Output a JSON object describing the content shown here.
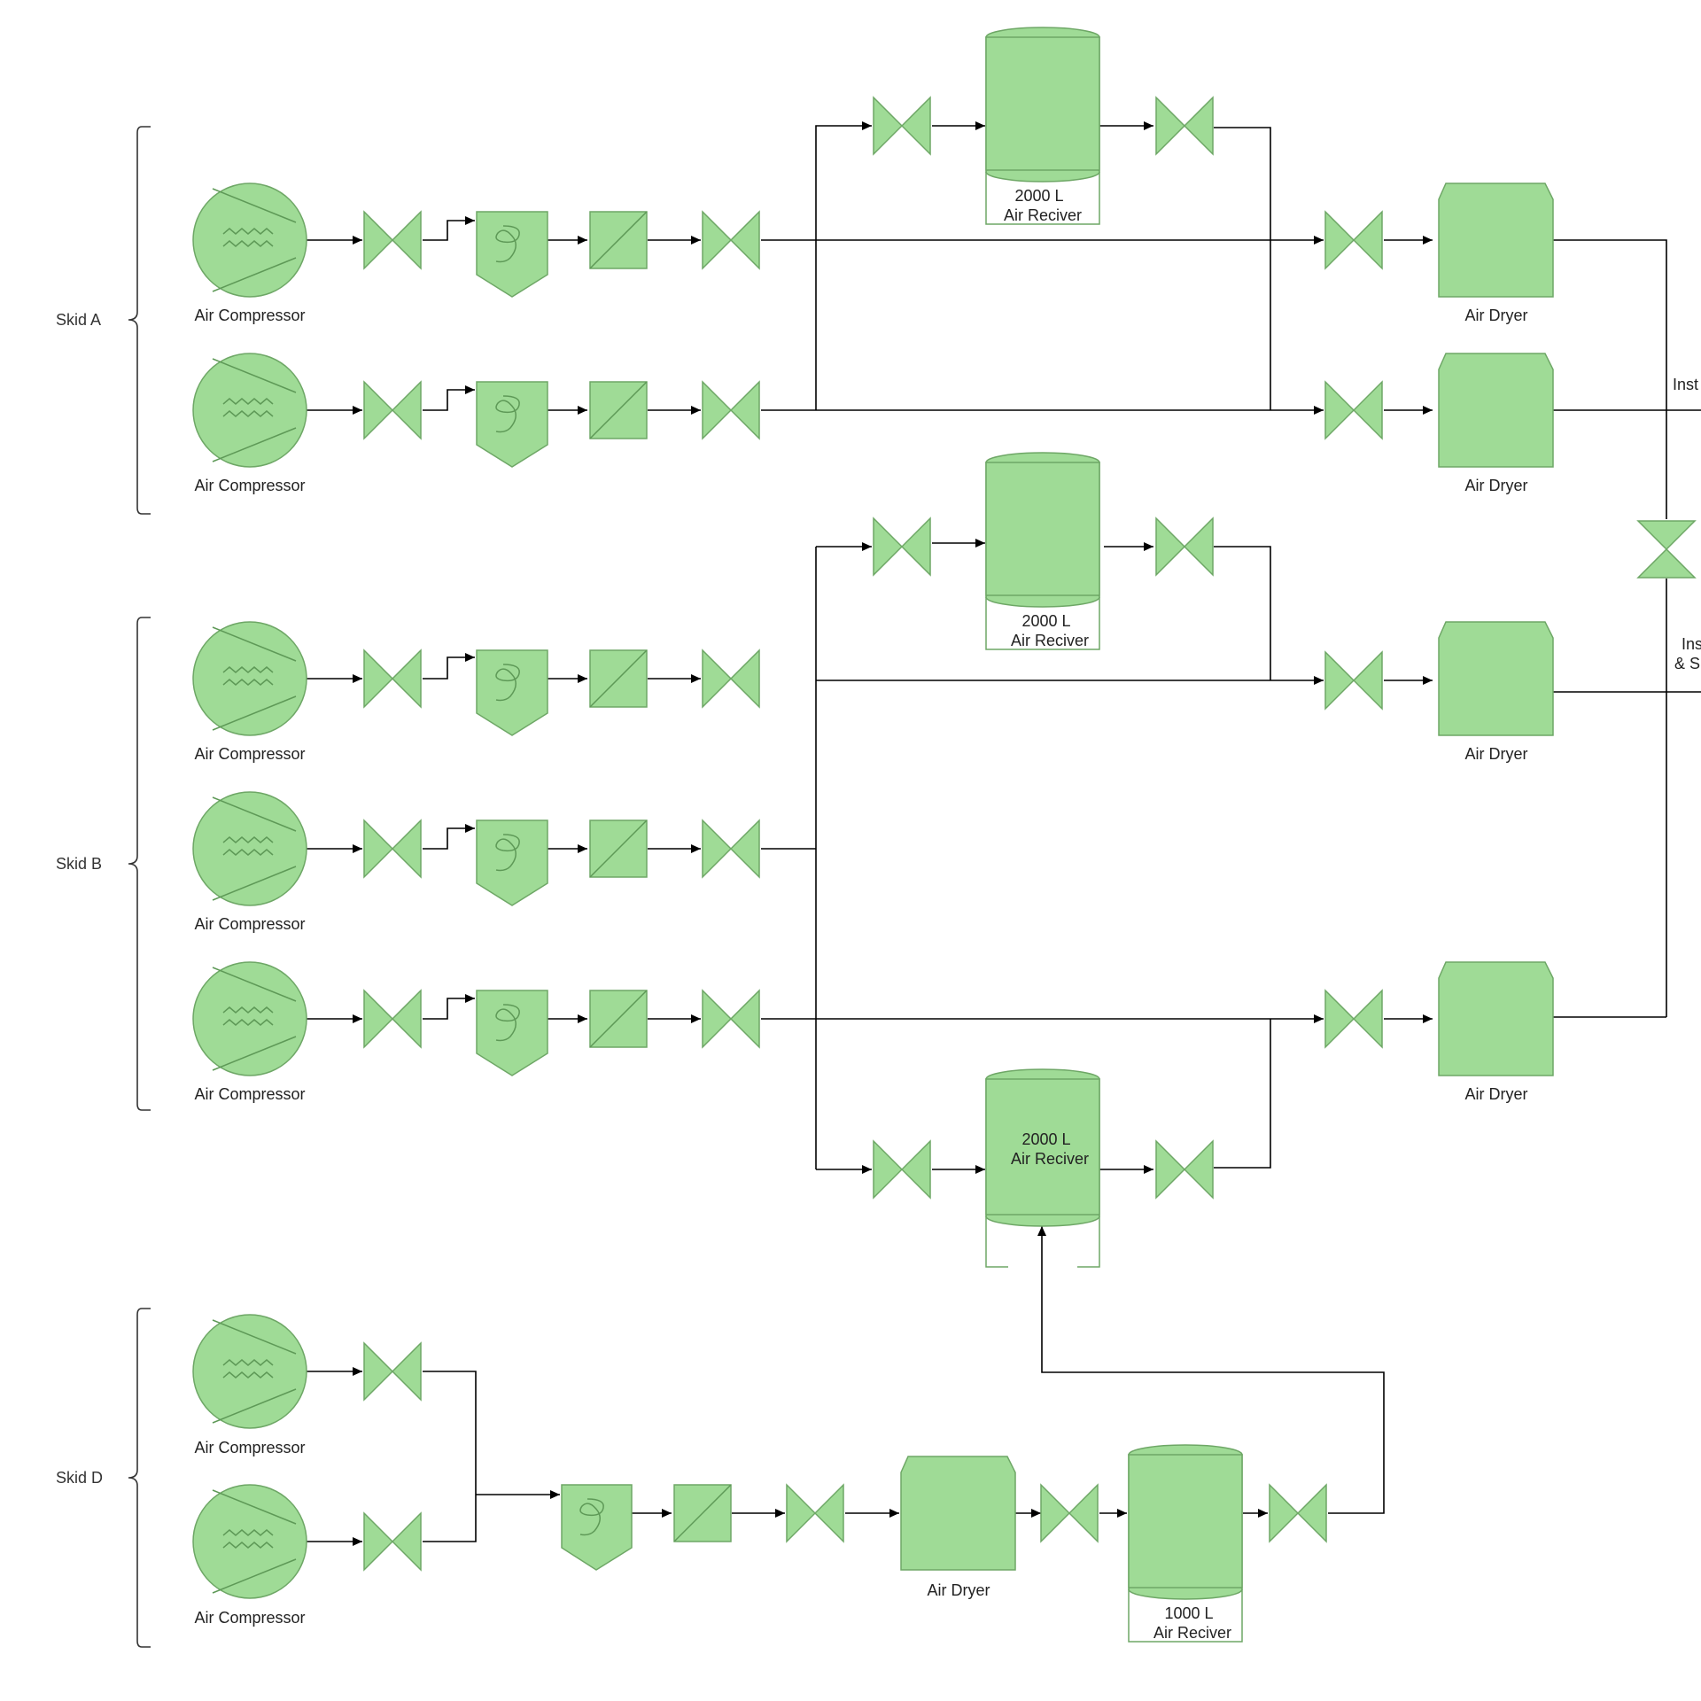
{
  "labels": {
    "air_compressor": "Air Compressor",
    "air_dryer": "Air Dryer",
    "receiver_2000_l1": "2000 L",
    "receiver_2000_l2": "Air Reciver",
    "receiver_1000_l1": "1000 L",
    "receiver_1000_l2": "Air Reciver"
  },
  "skids": {
    "a": "Skid A",
    "b": "Skid B",
    "d": "Skid D"
  },
  "edge_text": {
    "upper": "Inst",
    "lower_1": "Ins",
    "lower_2": "& S"
  },
  "colors": {
    "equipment_fill": "#9fdb96",
    "equipment_stroke": "#6ea766",
    "pipe": "#000000"
  }
}
